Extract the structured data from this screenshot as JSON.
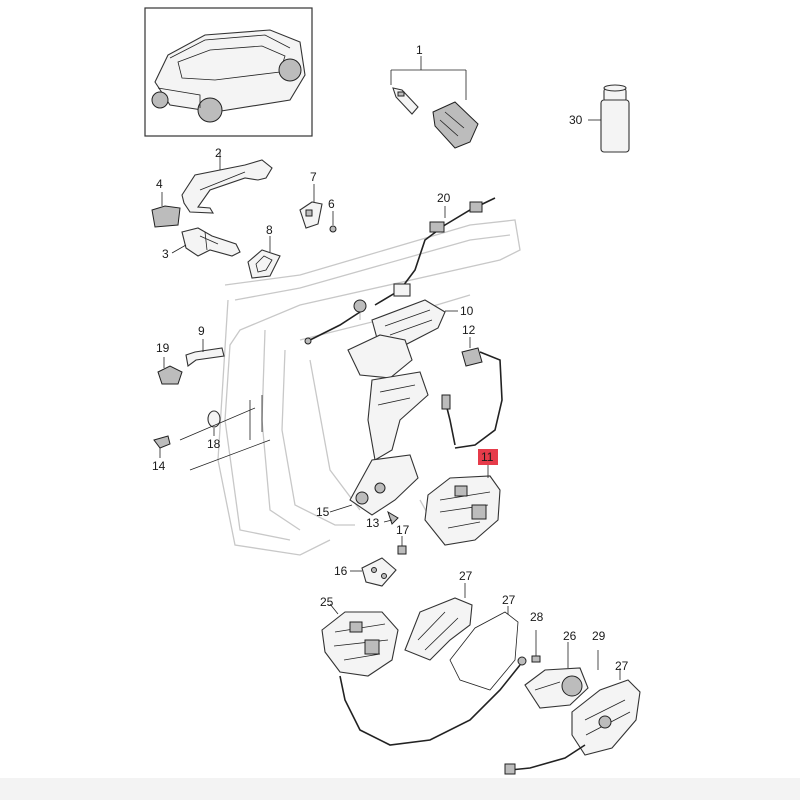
{
  "colors": {
    "highlight": "#e63b4a",
    "line": "#222222",
    "door_outline": "#c8c8c8",
    "part_fill": "#f4f4f4"
  },
  "labels": {
    "p1": "1",
    "p2": "2",
    "p3": "3",
    "p4": "4",
    "p6": "6",
    "p7": "7",
    "p8": "8",
    "p9": "9",
    "p10": "10",
    "p11": "11",
    "p12": "12",
    "p13": "13",
    "p14": "14",
    "p15": "15",
    "p16": "16",
    "p17": "17",
    "p18": "18",
    "p19": "19",
    "p20": "20",
    "p25": "25",
    "p26": "26",
    "p27a": "27",
    "p27b": "27",
    "p27c": "27",
    "p28": "28",
    "p29": "29",
    "p30": "30"
  },
  "highlighted_part": "11",
  "icons": {
    "vehicle_thumbnail": "suv-car-icon",
    "key_fob": "key-fob-icon",
    "spray_can": "spray-can-icon"
  }
}
